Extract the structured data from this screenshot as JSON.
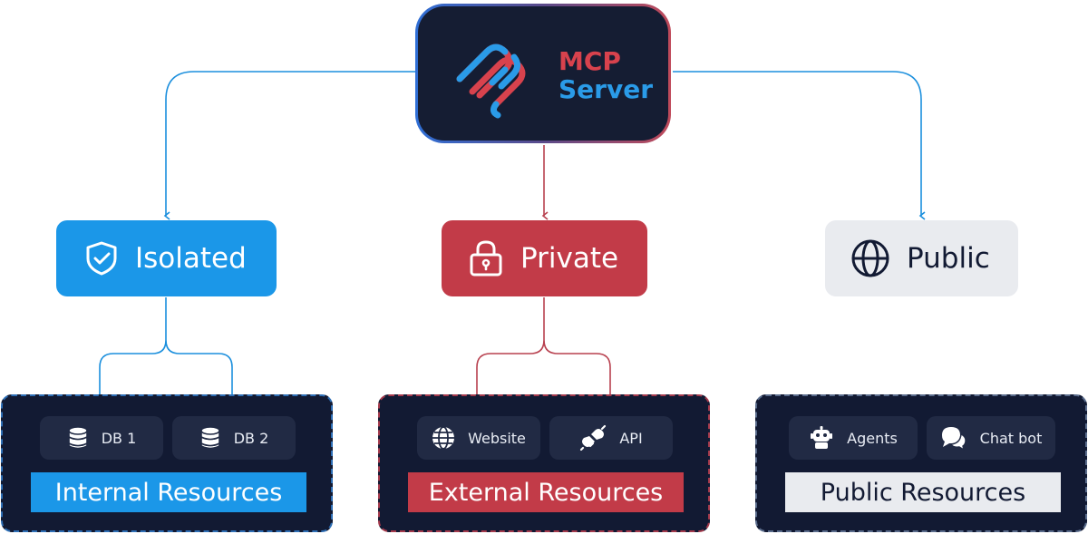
{
  "server": {
    "title_line1": "MCP",
    "title_line2": "Server",
    "icon": "mcp-logo-icon"
  },
  "levels": [
    {
      "label": "Isolated",
      "icon": "shield-check-icon",
      "color": "#1b97e8"
    },
    {
      "label": "Private",
      "icon": "lock-icon",
      "color": "#c23b48"
    },
    {
      "label": "Public",
      "icon": "globe-icon",
      "color": "#e9ebef"
    }
  ],
  "groups": [
    {
      "title": "Internal Resources",
      "items": [
        {
          "label": "DB 1",
          "icon": "database-icon"
        },
        {
          "label": "DB 2",
          "icon": "database-icon"
        }
      ]
    },
    {
      "title": "External Resources",
      "items": [
        {
          "label": "Website",
          "icon": "globe-icon"
        },
        {
          "label": "API",
          "icon": "plug-icon"
        }
      ]
    },
    {
      "title": "Public Resources",
      "items": [
        {
          "label": "Agents",
          "icon": "robot-icon"
        },
        {
          "label": "Chat bot",
          "icon": "chat-bubbles-icon"
        }
      ]
    }
  ],
  "colors": {
    "blue_connector": "#1b8fdd",
    "red_connector": "#b8414f",
    "dark_panel": "#121a33"
  }
}
